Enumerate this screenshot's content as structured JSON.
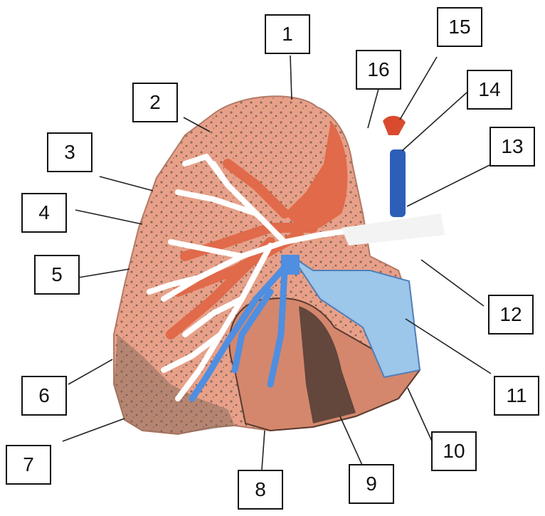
{
  "labels": {
    "l1": "1",
    "l2": "2",
    "l3": "3",
    "l4": "4",
    "l5": "5",
    "l6": "6",
    "l7": "7",
    "l8": "8",
    "l9": "9",
    "l10": "10",
    "l11": "11",
    "l12": "12",
    "l13": "13",
    "l14": "14",
    "l15": "15",
    "l16": "16"
  },
  "colors": {
    "lung": "#e8a089",
    "lung_dark": "#6d5a4e",
    "artery": "#e06a4a",
    "vein": "#4f8ee0",
    "vein_light": "#9cc6ea",
    "bronchus": "#ffffff",
    "heart": "#d88a70",
    "heart_dark": "#3a2d2a",
    "leader": "#222222"
  }
}
